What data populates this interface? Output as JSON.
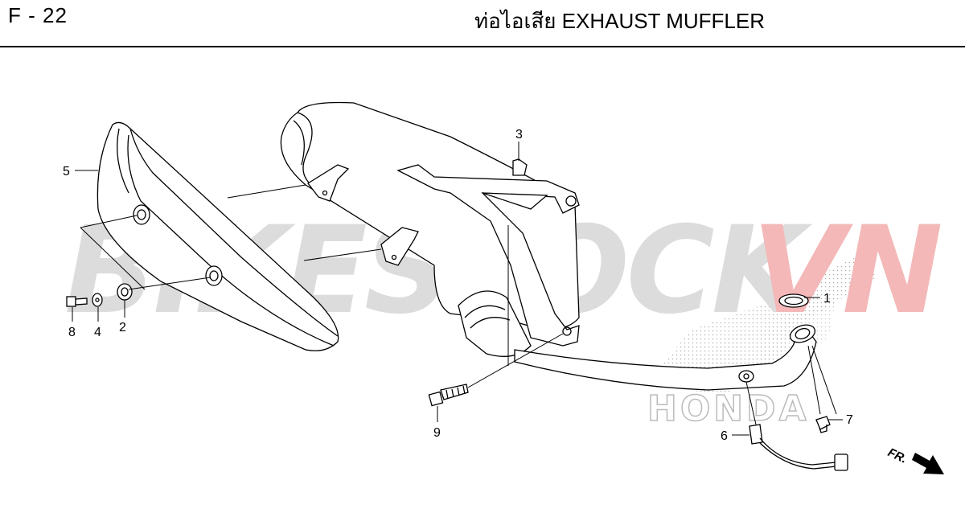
{
  "header": {
    "page_code": "F - 22",
    "title": "ท่อไอเสีย  EXHAUST MUFFLER"
  },
  "watermark": {
    "text_main": "BIKESTOCK",
    "text_accent": "VN",
    "main_color": "#d9d9d9",
    "accent_color": "#f4b6b6",
    "brand_text": "HONDA"
  },
  "direction_arrow": {
    "label": "FR."
  },
  "callouts": [
    {
      "id": "callout-1",
      "label": "1"
    },
    {
      "id": "callout-2",
      "label": "2"
    },
    {
      "id": "callout-3",
      "label": "3"
    },
    {
      "id": "callout-4",
      "label": "4"
    },
    {
      "id": "callout-5",
      "label": "5"
    },
    {
      "id": "callout-6",
      "label": "6"
    },
    {
      "id": "callout-7",
      "label": "7"
    },
    {
      "id": "callout-8",
      "label": "8"
    },
    {
      "id": "callout-9",
      "label": "9"
    }
  ]
}
